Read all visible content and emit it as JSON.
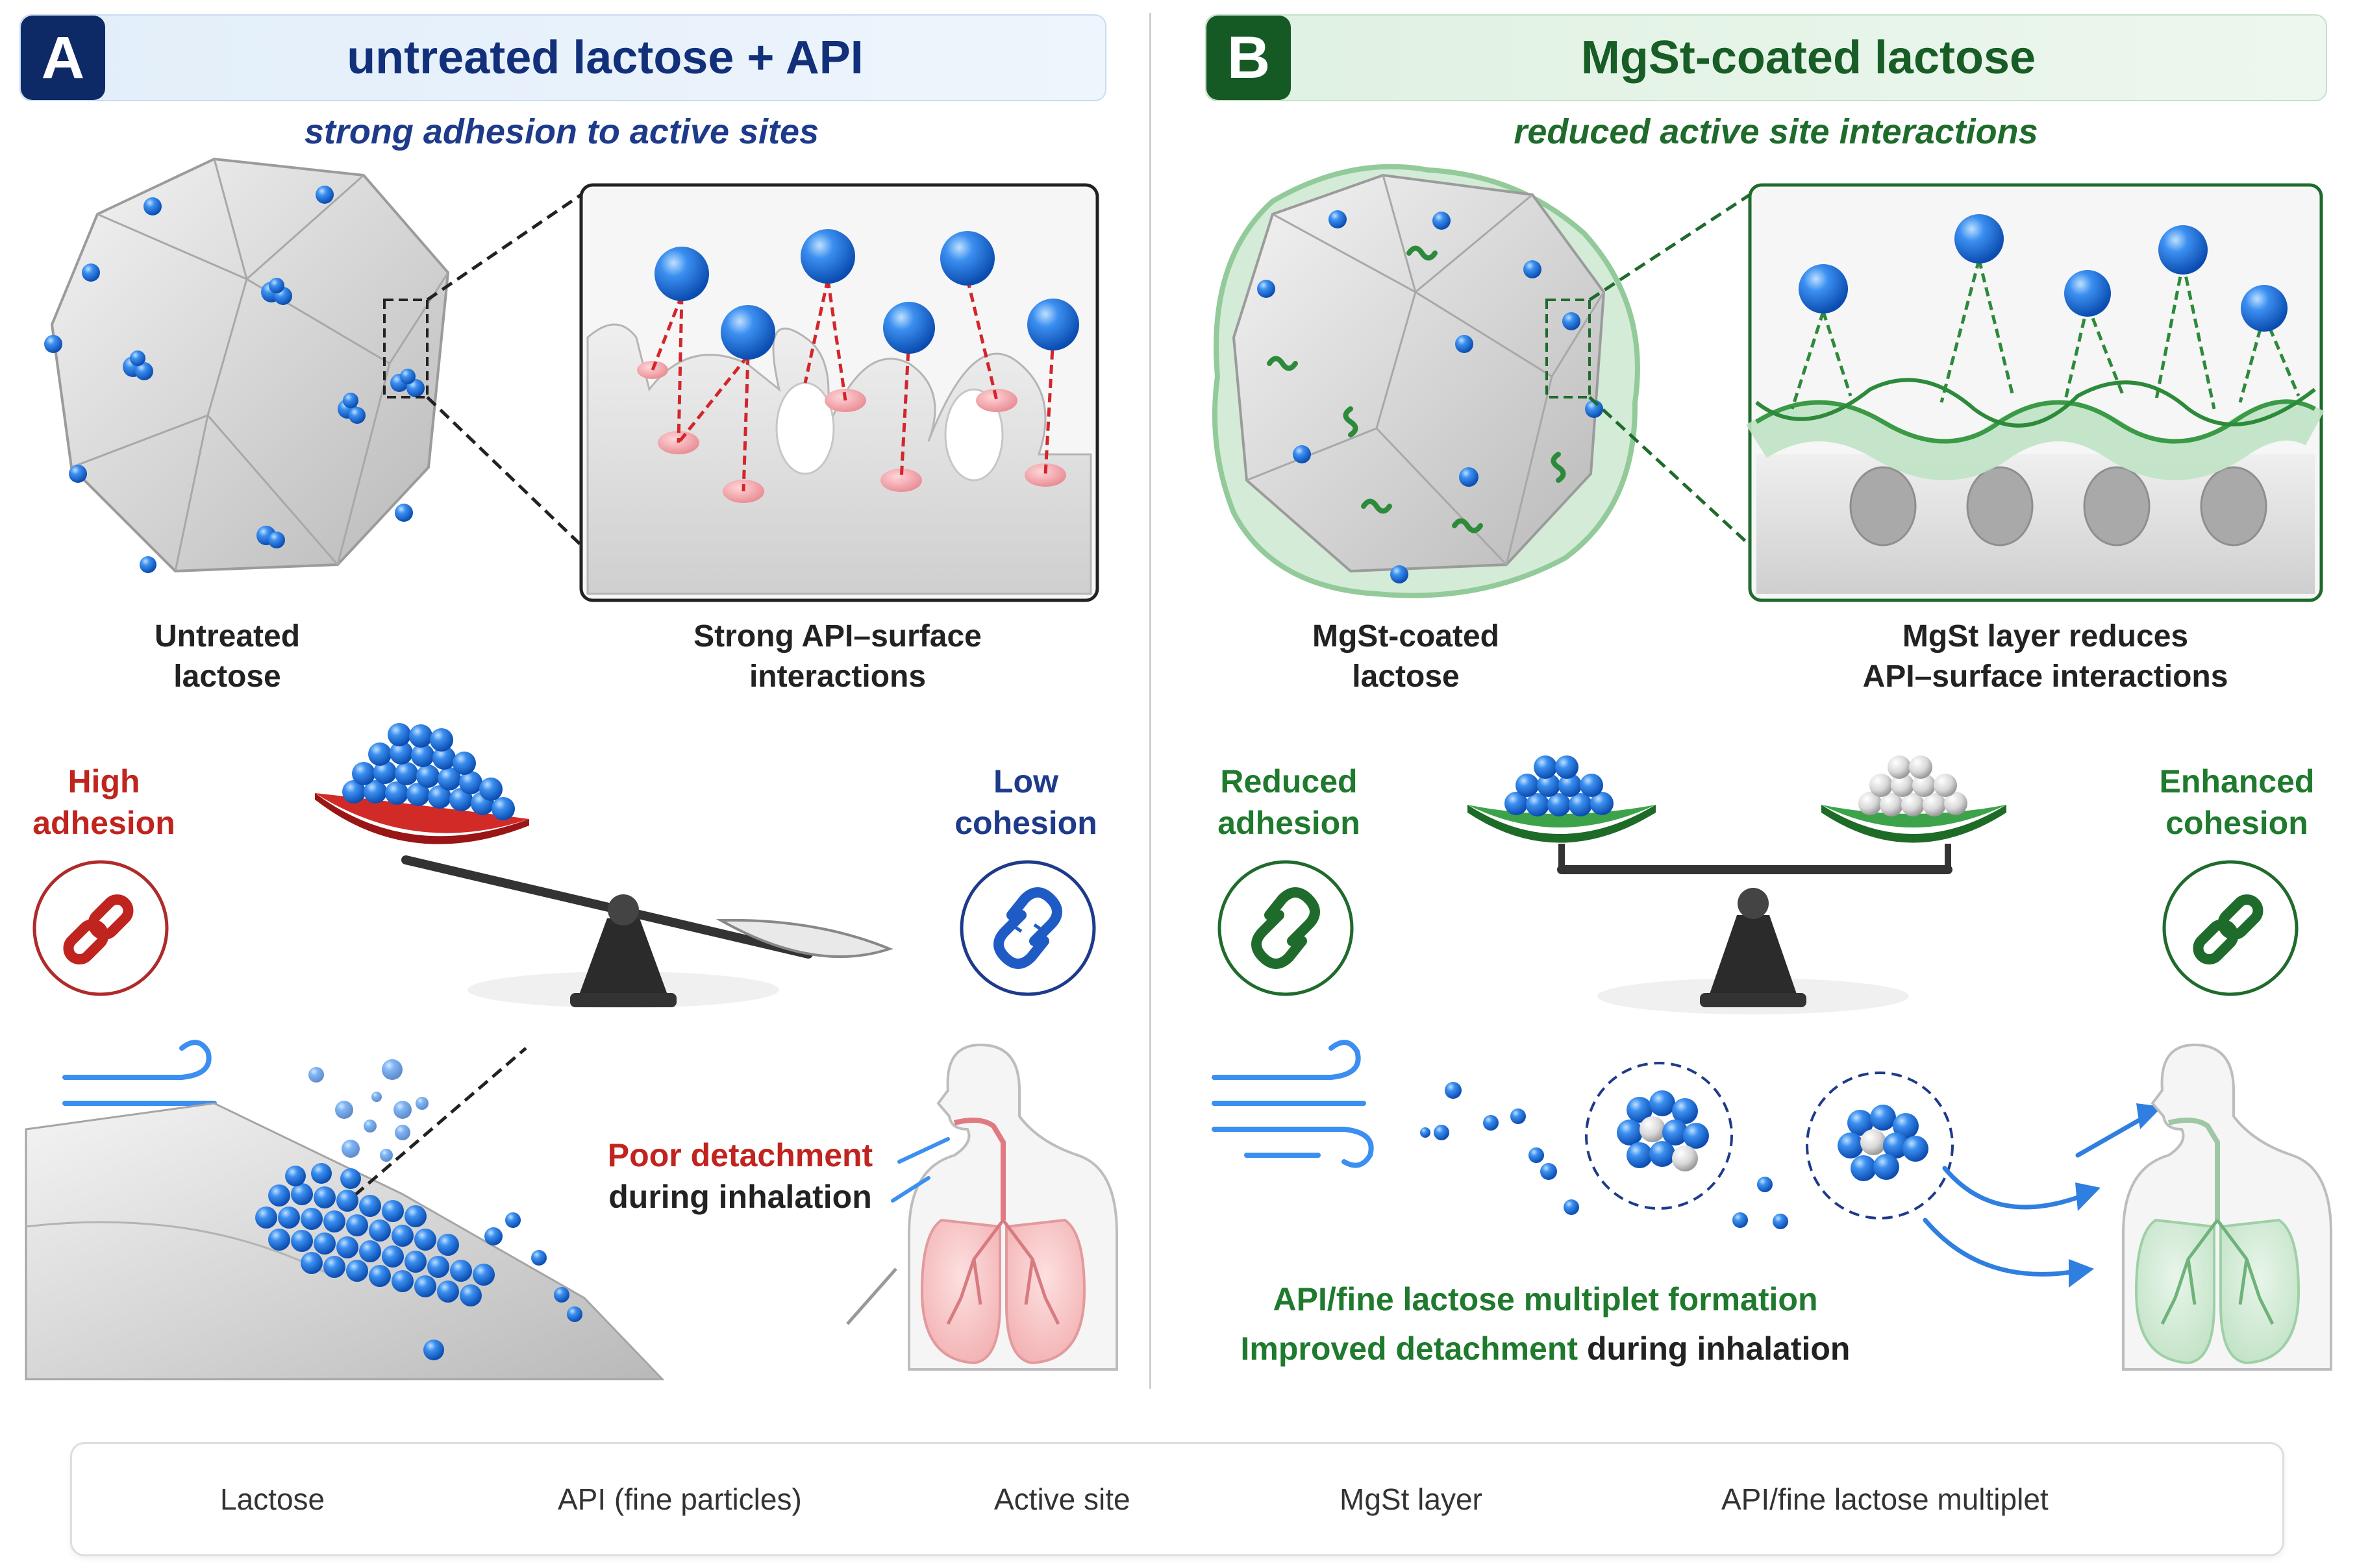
{
  "panel_a": {
    "badge": "A",
    "title": "untreated lactose + API",
    "subtitle": "strong adhesion to active sites",
    "caption_particle_line1": "Untreated",
    "caption_particle_line2": "lactose",
    "caption_zoom_line1": "Strong API–surface",
    "caption_zoom_line2": "interactions",
    "adhesion_line1": "High",
    "adhesion_line2": "adhesion",
    "cohesion_line1": "Low",
    "cohesion_line2": "cohesion",
    "detach_line1": "Poor detachment",
    "detach_line2": "during inhalation"
  },
  "panel_b": {
    "badge": "B",
    "title": "MgSt-coated lactose",
    "subtitle": "reduced active site interactions",
    "caption_particle_line1": "MgSt-coated",
    "caption_particle_line2": "lactose",
    "caption_zoom_line1": "MgSt layer reduces",
    "caption_zoom_line2": "API–surface interactions",
    "adhesion_line1": "Reduced",
    "adhesion_line2": "adhesion",
    "cohesion_line1": "Enhanced",
    "cohesion_line2": "cohesion",
    "multiplet_text": "API/fine lactose multiplet formation",
    "detach_highlight": "Improved detachment",
    "detach_rest": " during inhalation"
  },
  "legend": {
    "lactose": "Lactose",
    "api": "API (fine particles)",
    "active_site": "Active site",
    "mgst": "MgSt layer",
    "multiplet": "API/fine lactose multiplet"
  },
  "colors": {
    "navy": "#12307a",
    "green": "#175d25",
    "api_blue": "#1f6fd6",
    "active_site_pink": "#f2a3a8",
    "red": "#c0241f"
  },
  "icons": [
    "chain-link-icon",
    "broken-chain-icon",
    "balance-scale-icon",
    "airflow-icon",
    "human-lungs-icon"
  ]
}
